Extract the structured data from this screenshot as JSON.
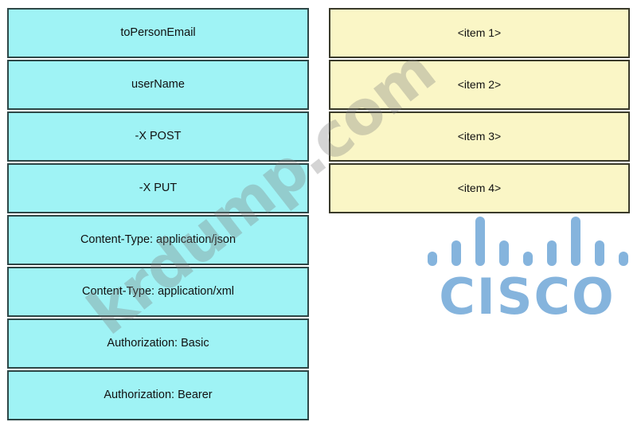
{
  "page": {
    "title": "Drag and drop exercise",
    "background_color": "#ffffff"
  },
  "watermark": {
    "text": "krdump.com",
    "color": "#7d7d7d",
    "rotation_degrees": -38
  },
  "colors": {
    "source_box_fill": "#9ff3f5",
    "source_box_border": "#2e4747",
    "target_box_fill": "#faf6c6",
    "target_box_border": "#3a3a2a",
    "cisco_blue": "#85b4dd",
    "text": "#111111"
  },
  "left_column": {
    "name": "source-options",
    "items": [
      {
        "label": "toPersonEmail"
      },
      {
        "label": "userName"
      },
      {
        "label": "-X POST"
      },
      {
        "label": "-X PUT"
      },
      {
        "label": "Content-Type: application/json"
      },
      {
        "label": "Content-Type: application/xml"
      },
      {
        "label": "Authorization: Basic"
      },
      {
        "label": "Authorization: Bearer"
      }
    ]
  },
  "right_column": {
    "name": "drop-targets",
    "items": [
      {
        "label": "<item 1>"
      },
      {
        "label": "<item 2>"
      },
      {
        "label": "<item 3>"
      },
      {
        "label": "<item 4>"
      }
    ]
  },
  "cisco_logo": {
    "wordmark": "CISCO",
    "bar_heights": [
      18,
      32,
      62,
      32,
      18,
      32,
      62,
      32,
      18
    ]
  }
}
